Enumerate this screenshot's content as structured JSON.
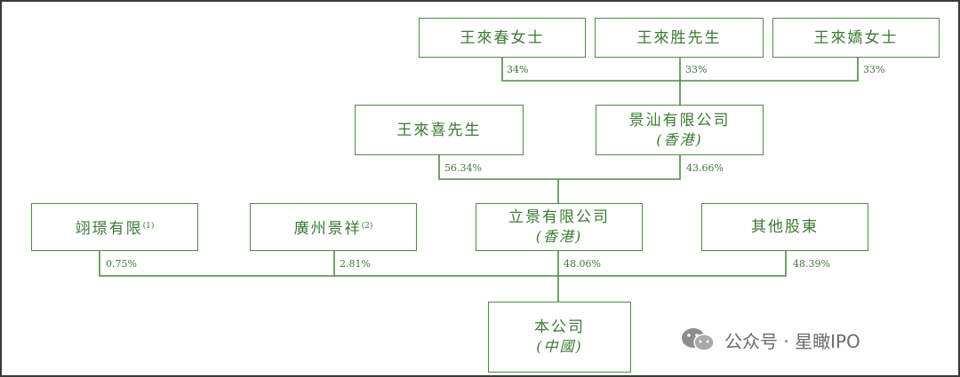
{
  "colors": {
    "line": "#4e8a45",
    "text": "#3c7a35",
    "frame": "#3a3a3a"
  },
  "tier1": [
    {
      "name": "王來春女士",
      "pct": "34%"
    },
    {
      "name": "王來胜先生",
      "pct": "33%"
    },
    {
      "name": "王來嬌女士",
      "pct": "33%"
    }
  ],
  "tier2": [
    {
      "name": "王來喜先生",
      "pct": "56.34%"
    },
    {
      "name": "景汕有限公司",
      "sub": "(香港)",
      "pct": "43.66%"
    }
  ],
  "tier3": [
    {
      "name": "翊璟有限",
      "note": "(1)",
      "pct": "0.75%"
    },
    {
      "name": "廣州景祥",
      "note": "(2)",
      "pct": "2.81%"
    },
    {
      "name": "立景有限公司",
      "sub": "(香港)",
      "pct": "48.06%"
    },
    {
      "name": "其他股東",
      "pct": "48.39%"
    }
  ],
  "company": {
    "name": "本公司",
    "sub": "(中國)"
  },
  "watermark": {
    "icon": "wechat-icon",
    "text": "公众号 · 星瞰IPO"
  }
}
